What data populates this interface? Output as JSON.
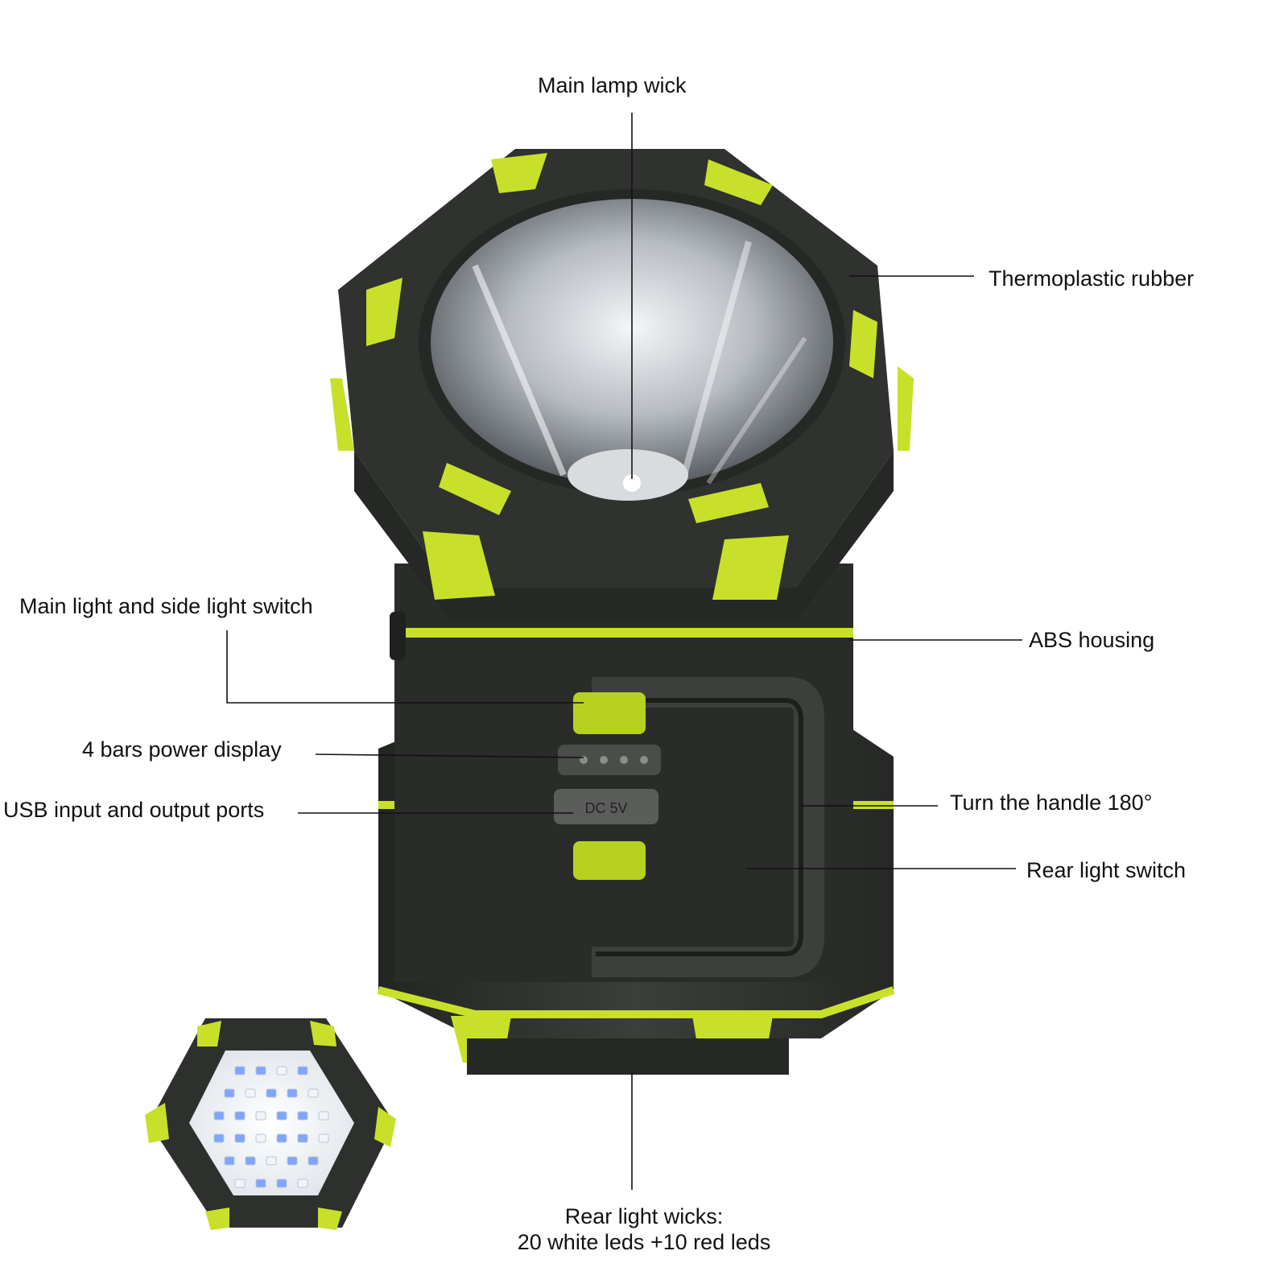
{
  "colors": {
    "background": "#ffffff",
    "rubber": "#3a3d3a",
    "rubber_dark": "#262826",
    "housing": "#2e302e",
    "accent": "#c8e02a",
    "accent_dark": "#9fb51a",
    "reflector": "#c9ccd0",
    "led_white": "#eaf0ff",
    "leader_line": "#111111",
    "label_text": "#111111"
  },
  "labels": {
    "main_lamp_wick": "Main lamp wick",
    "thermoplastic_rubber": "Thermoplastic rubber",
    "main_side_switch": "Main light and side light switch",
    "abs_housing": "ABS housing",
    "power_display": "4 bars power display",
    "usb_ports": "USB input and output ports",
    "turn_handle": "Turn the handle 180°",
    "rear_switch": "Rear light switch",
    "rear_wicks_line1": "Rear light wicks:",
    "rear_wicks_line2": "20 white leds +10 red leds"
  },
  "port_marking": "DC 5V",
  "rear_light": {
    "white_leds": 20,
    "red_leds": 10
  },
  "power_display_bars": 4
}
